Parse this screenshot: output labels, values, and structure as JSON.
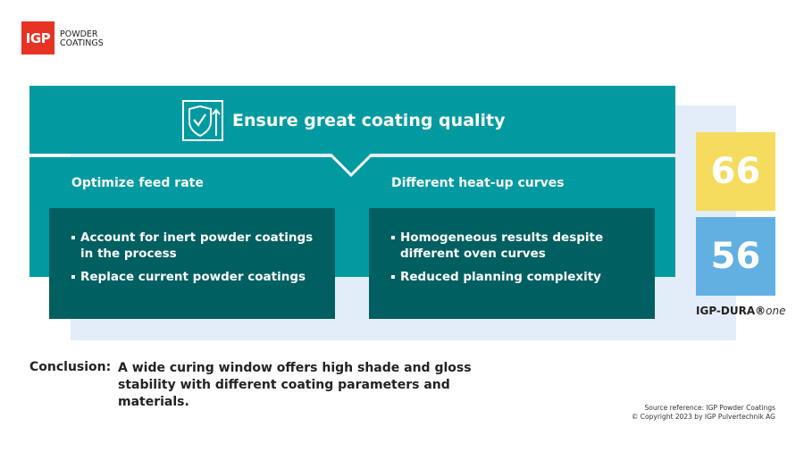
{
  "logo": {
    "mark": "IGP",
    "line1": "POWDER",
    "line2": "COATINGS"
  },
  "header": {
    "title": "Ensure great coating quality",
    "icon": "shield-check-arrow-up-icon"
  },
  "left": {
    "heading": "Optimize feed rate",
    "bullets": [
      "Account for inert powder coatings in the process",
      "Replace current powder coatings"
    ]
  },
  "right": {
    "heading": "Different heat-up curves",
    "bullets": [
      "Homogeneous results despite different oven curves",
      "Reduced planning complexity"
    ]
  },
  "scores": {
    "top": "66",
    "bottom": "56",
    "brand": "IGP-DURA®",
    "brand_suffix": "one",
    "colors": {
      "top": "#f5dc5f",
      "bottom": "#62b0e1"
    }
  },
  "conclusion": {
    "label": "Conclusion:",
    "text": "A wide curing window offers high shade and gloss stability with different coating parameters and materials."
  },
  "source": {
    "line1": "Source reference: IGP Powder Coatings",
    "line2": "© Copyright 2023 by IGP Pulvertechnik AG"
  }
}
